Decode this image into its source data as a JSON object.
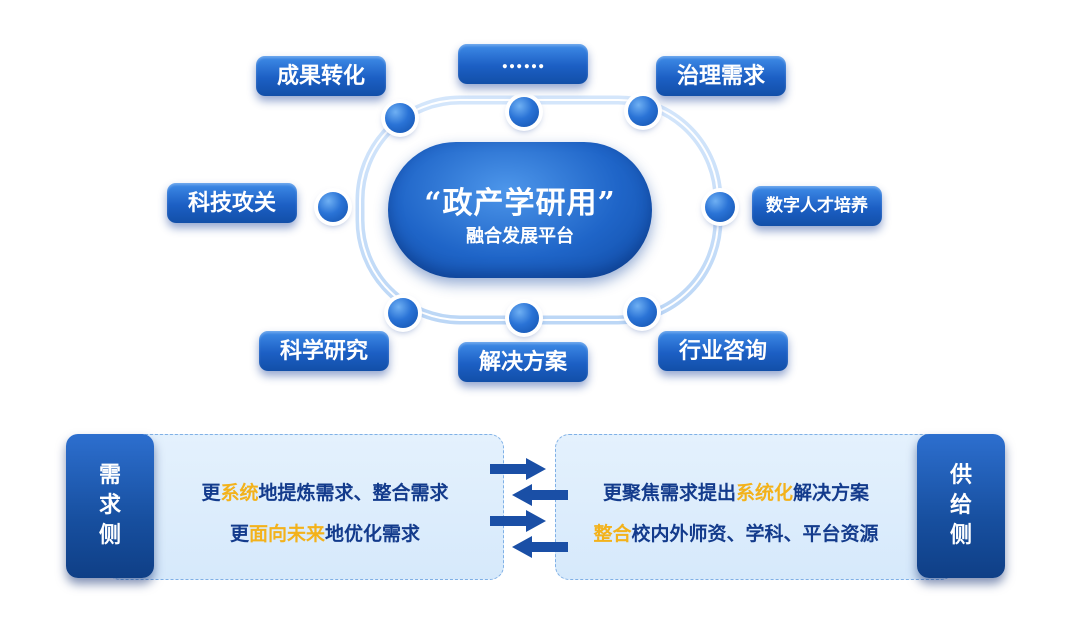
{
  "center": {
    "title": "“政产学研用”",
    "subtitle": "融合发展平台"
  },
  "nodes": {
    "achievement_transfer": "成果转化",
    "ellipsis": "……",
    "governance_needs": "治理需求",
    "tech_breakthrough": "科技攻关",
    "digital_talent": "数字人才培养",
    "scientific_research": "科学研究",
    "solutions": "解决方案",
    "industry_consulting": "行业咨询"
  },
  "demand_side": {
    "label": "需求侧",
    "line1": {
      "pre": "更",
      "hl": "系统",
      "post": "地提炼需求、整合需求"
    },
    "line2": {
      "pre": "更",
      "hl": "面向未来",
      "post": "地优化需求"
    }
  },
  "supply_side": {
    "label": "供给侧",
    "line1": {
      "pre": "更聚焦需求提出",
      "hl": "系统化",
      "post": "解决方案"
    },
    "line2": {
      "pre": "",
      "hl": "整合",
      "post": "校内外师资、学科、平台资源"
    }
  },
  "colors": {
    "node_blue": "#1c5fc4",
    "dark_blue": "#133b8c",
    "highlight": "#f3b21b",
    "panel_bg": "#dcecfb"
  },
  "icons": {
    "arrows": [
      "right-arrow",
      "left-arrow",
      "right-arrow",
      "left-arrow"
    ]
  }
}
